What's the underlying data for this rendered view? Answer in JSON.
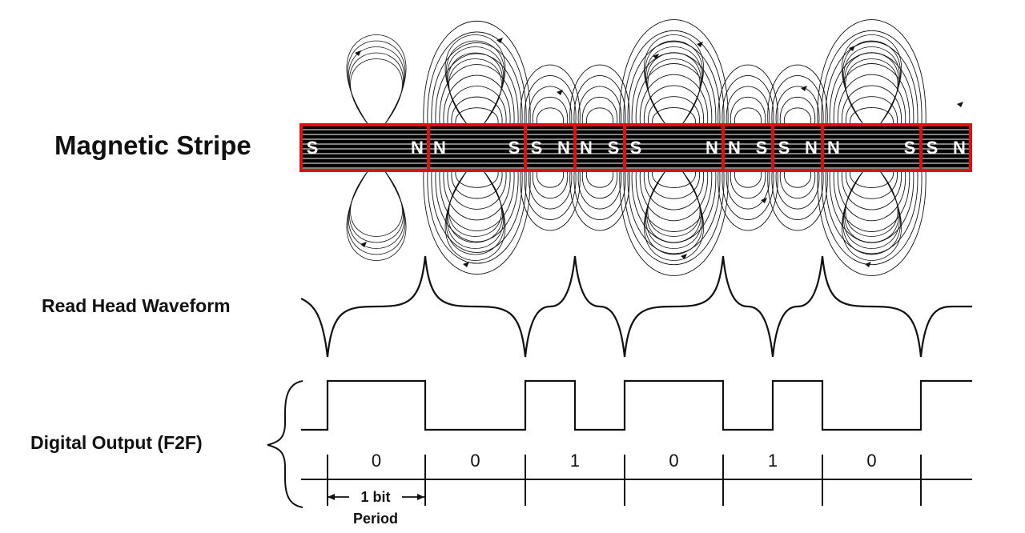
{
  "labels": {
    "stripe": "Magnetic Stripe",
    "waveform": "Read Head Waveform",
    "output": "Digital Output (F2F)",
    "bit_period_line1": "1 bit",
    "bit_period_line2": "Period"
  },
  "bits": [
    "0",
    "0",
    "1",
    "0",
    "1",
    "0"
  ],
  "magnets": [
    {
      "left": "S",
      "right": "N"
    },
    {
      "left": "N",
      "right": "S"
    },
    {
      "left": "S",
      "right": "N"
    },
    {
      "left": "N",
      "right": "S"
    },
    {
      "left": "S",
      "right": "N"
    },
    {
      "left": "N",
      "right": "S"
    },
    {
      "left": "S",
      "right": "N"
    },
    {
      "left": "N",
      "right": "S"
    },
    {
      "left": "S",
      "right": "N"
    }
  ],
  "colors": {
    "stripe_border": "#e01010",
    "ink": "#111111",
    "stripe_fill": "#000000"
  }
}
